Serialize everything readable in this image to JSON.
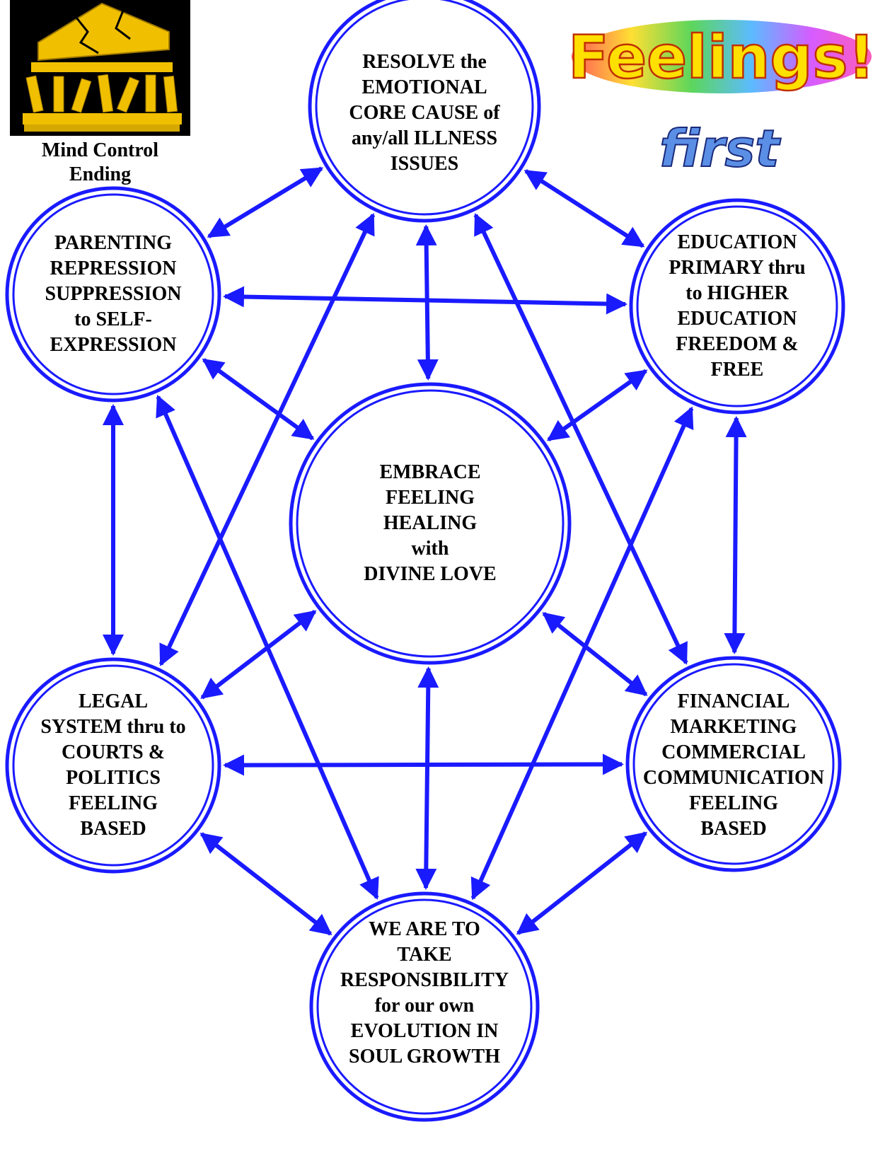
{
  "logo": {
    "icon": "collapsing-bank-temple-icon",
    "caption_line1": "Mind Control",
    "caption_line2": "Ending"
  },
  "title": {
    "word": "Feelings!",
    "subword": "first"
  },
  "colors": {
    "stroke": "#1a1aff",
    "logo_gold": "#f0c000",
    "logo_bg": "#000000"
  },
  "nodes": [
    {
      "id": "top",
      "lines": [
        "RESOLVE the",
        "EMOTIONAL",
        "CORE CAUSE of",
        "any/all ILLNESS",
        "ISSUES"
      ]
    },
    {
      "id": "left-upper",
      "lines": [
        "PARENTING",
        "REPRESSION",
        "SUPPRESSION",
        "to SELF-",
        "EXPRESSION"
      ]
    },
    {
      "id": "right-upper",
      "lines": [
        "EDUCATION",
        "PRIMARY thru",
        "to HIGHER",
        "EDUCATION",
        "FREEDOM &",
        "FREE"
      ]
    },
    {
      "id": "center",
      "lines": [
        "EMBRACE",
        "FEELING",
        "HEALING",
        "with",
        "DIVINE LOVE"
      ]
    },
    {
      "id": "left-lower",
      "lines": [
        "LEGAL",
        "SYSTEM thru to",
        "COURTS &",
        "POLITICS",
        "FEELING",
        "BASED"
      ]
    },
    {
      "id": "right-lower",
      "lines": [
        "FINANCIAL",
        "MARKETING",
        "COMMERCIAL",
        "COMMUNICATION",
        "FEELING",
        "BASED"
      ]
    },
    {
      "id": "bottom",
      "lines": [
        "WE ARE TO",
        "TAKE",
        "RESPONSIBILITY",
        "for our own",
        "EVOLUTION IN",
        "SOUL GROWTH"
      ]
    }
  ]
}
